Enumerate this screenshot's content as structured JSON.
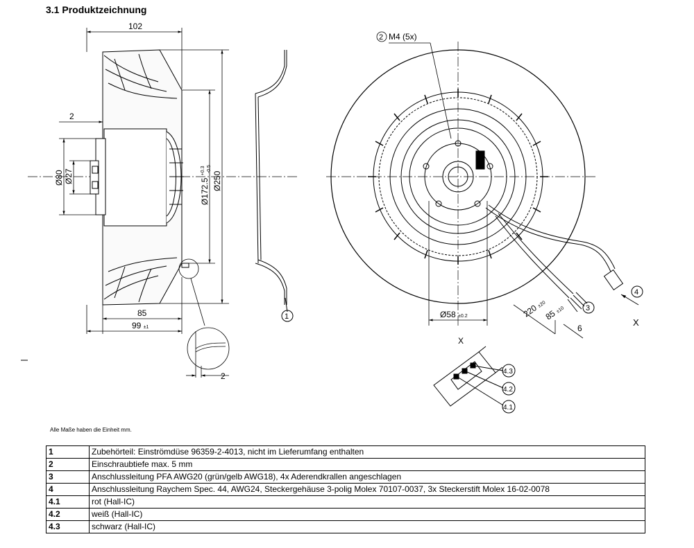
{
  "heading": "3.1 Produktzeichnung",
  "unit_note": "Alle Maße haben die Einheit mm.",
  "dimensions": {
    "width_102": "102",
    "two_top": "2",
    "d80": "Ø80",
    "d27": "Ø27",
    "d172": "Ø172.5",
    "d172_tol_plus": "+0.3",
    "d172_tol_minus": "-0.5",
    "d250": "Ø250",
    "l85": "85",
    "l99": "99",
    "l99_tol": "±1",
    "two_detail": "2",
    "m4": "M4 (5x)",
    "d58": "Ø58",
    "d58_tol": "±0.2",
    "l220": "220",
    "l220_tol": "±20",
    "l85c": "85",
    "l85c_tol": "±10",
    "six": "6",
    "x_mark": "X",
    "x_view_title": "X"
  },
  "callouts": {
    "c1": "1",
    "c2": "2",
    "c3": "3",
    "c4": "4",
    "c41": "4.1",
    "c42": "4.2",
    "c43": "4.3"
  },
  "legend": [
    {
      "num": "1",
      "text": "Zubehörteil: Einströmdüse 96359-2-4013, nicht im Lieferumfang enthalten"
    },
    {
      "num": "2",
      "text": "Einschraubtiefe max. 5 mm"
    },
    {
      "num": "3",
      "text": "Anschlussleitung PFA AWG20 (grün/gelb AWG18), 4x Aderendkrallen angeschlagen"
    },
    {
      "num": "4",
      "text": "Anschlussleitung Raychem Spec. 44, AWG24, Steckergehäuse 3-polig Molex 70107-0037, 3x Steckerstift Molex 16-02-0078"
    },
    {
      "num": "4.1",
      "text": "rot (Hall-IC)"
    },
    {
      "num": "4.2",
      "text": "weiß (Hall-IC)"
    },
    {
      "num": "4.3",
      "text": "schwarz (Hall-IC)"
    }
  ]
}
